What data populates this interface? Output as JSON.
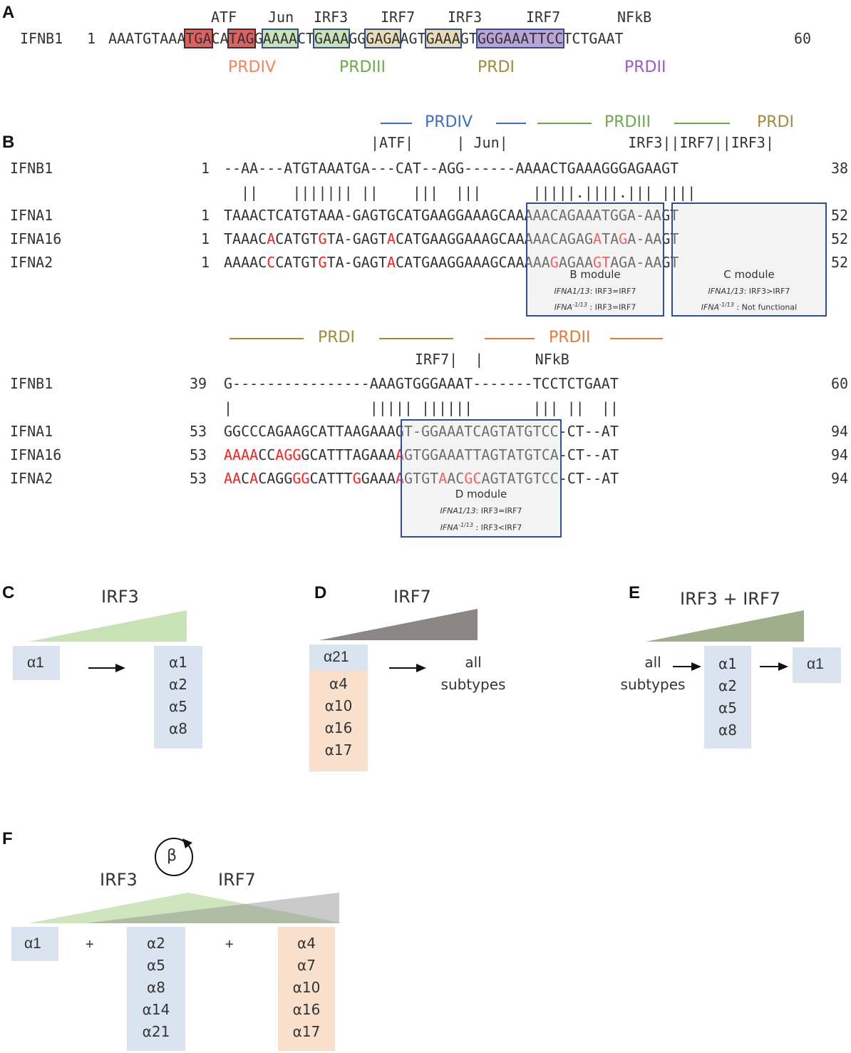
{
  "panels": {
    "A": "A",
    "B": "B",
    "C": "C",
    "D": "D",
    "E": "E",
    "F": "F"
  },
  "panelA": {
    "tf_labels": [
      "ATF",
      "Jun",
      "IRF3",
      "IRF7",
      "IRF3",
      "IRF7",
      "NFkB"
    ],
    "gene": "IFNB1",
    "start": "1",
    "seq_segments": [
      "AAATGTAAA",
      "TGA",
      "CA",
      "TAG",
      "G",
      "AAAA",
      "CT",
      "GAAA",
      "GG",
      "GAGA",
      "AGT",
      "GAAA",
      "GT",
      "GGGAAATTCC",
      "TCTGAAT"
    ],
    "end": "60",
    "regions": [
      {
        "label": "PRDIV",
        "color": "#f4845f"
      },
      {
        "label": "PRDIII",
        "color": "#6aaa4a"
      },
      {
        "label": "PRDI",
        "color": "#a38a3a"
      },
      {
        "label": "PRDII",
        "color": "#9b59c9"
      }
    ]
  },
  "panelB": {
    "top_regions": [
      {
        "label": "PRDIV",
        "color": "#3c6fc4"
      },
      {
        "label": "PRDIII",
        "color": "#6aaa4a"
      },
      {
        "label": "PRDI",
        "color": "#a38a3a"
      }
    ],
    "top_tf_line": "|ATF|     | Jun|              IRF3||IRF7||IRF3|",
    "block1": {
      "rows": [
        {
          "gene": "IFNB1",
          "start": "1",
          "seq": "--AA---ATGTAAATGA---CAT--AGG------AAAACTGAAAGGGAGAAGT",
          "end": "38"
        },
        {
          "gene": "",
          "start": "",
          "seq": "  ||    ||||||| ||    |||  |||      |||||.||||.||| ||||",
          "end": ""
        },
        {
          "gene": "IFNA1",
          "start": "1",
          "seq": "TAAACTCATGTAAA-GAGTGCATGAAGGAAAGCAAAAACAGAAATGGA-AAGT",
          "end": "52"
        },
        {
          "gene": "IFNA16",
          "start": "1",
          "seq": "TAAACACATGTGTA-GAGTACATGAAGGAAAGCAAAAACAGAGATAGA-AAGT",
          "end": "52"
        },
        {
          "gene": "IFNA2",
          "start": "1",
          "seq": "AAAACCCATGTGTA-GAGTACATGAAGGAAAGCAAAAAGAGAAGTAGA-AAGT",
          "end": "52"
        }
      ],
      "modules": [
        {
          "title": "B module",
          "line1_gene": "IFNA1/13",
          "line1_rest": ": IRF3=IRF7",
          "line2_gene": "IFNA",
          "line2_sup": "-1/13",
          "line2_rest": " :  IRF3=IRF7"
        },
        {
          "title": "C module",
          "line1_gene": "IFNA1/13",
          "line1_rest": ": IRF3>IRF7",
          "line2_gene": "IFNA",
          "line2_sup": "-1/13",
          "line2_rest": " :  Not functional"
        }
      ]
    },
    "mid_regions": [
      {
        "label": "PRDI",
        "color": "#a38a3a"
      },
      {
        "label": "PRDII",
        "color": "#e07b39"
      }
    ],
    "mid_tf_line": "IRF7|  |      NFkB",
    "block2": {
      "rows": [
        {
          "gene": "IFNB1",
          "start": "39",
          "seq": "G----------------AAAGTGGGAAAT-------TCCTCTGAAT",
          "end": "60"
        },
        {
          "gene": "",
          "start": "",
          "seq": "|                ||||| ||||||       ||| ||  ||",
          "end": ""
        },
        {
          "gene": "IFNA1",
          "start": "53",
          "seq": "GGCCCAGAAGCATTAAGAAAGT-GGAAATCAGTATGTCC-CT--AT",
          "end": "94"
        },
        {
          "gene": "IFNA16",
          "start": "53",
          "seq": "AAAACCAGGGCATTTAGAAAAGTGGAAATTAGTATGTCA-CT--AT",
          "end": "94"
        },
        {
          "gene": "IFNA2",
          "start": "53",
          "seq": "AACACAGGGGCATTTGGAAAAGTGTAACGCAGTATGTCC-CT--AT",
          "end": "94"
        }
      ],
      "module": {
        "title": "D module",
        "line1_gene": "IFNA1/13",
        "line1_rest": ": IRF3=IRF7",
        "line2_gene": "IFNA",
        "line2_sup": "-1/13",
        "line2_rest": " :  IRF3<IRF7"
      }
    }
  },
  "panelC": {
    "title": "IRF3",
    "left": "α1",
    "right": [
      "α1",
      "α2",
      "α5",
      "α8"
    ]
  },
  "panelD": {
    "title": "IRF7",
    "top": "α21",
    "peach": [
      "α4",
      "α10",
      "α16",
      "α17"
    ],
    "result": [
      "all",
      "subtypes"
    ]
  },
  "panelE": {
    "title": "IRF3 + IRF7",
    "start": [
      "all",
      "subtypes"
    ],
    "mid": [
      "α1",
      "α2",
      "α5",
      "α8"
    ],
    "end": "α1"
  },
  "panelF": {
    "beta": "β",
    "irf3": "IRF3",
    "irf7": "IRF7",
    "g1": "α1",
    "plus": "+",
    "g2": [
      "α2",
      "α5",
      "α8",
      "α14",
      "α21"
    ],
    "g3": [
      "α4",
      "α7",
      "α10",
      "α16",
      "α17"
    ]
  },
  "colors": {
    "irf3": "#c9e2b6",
    "irf7": "#8a8a8a",
    "blue": "#dae3f0",
    "peach": "#f9e0cc",
    "module_border": "#2f4f8f",
    "mutation": "#ff2020"
  }
}
